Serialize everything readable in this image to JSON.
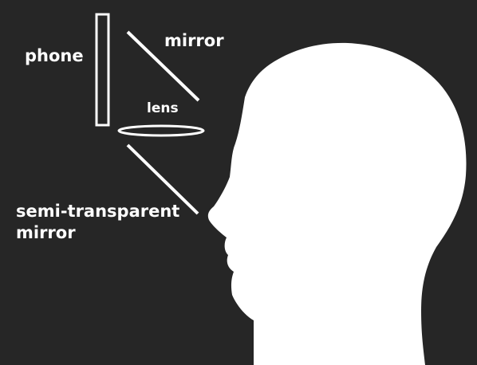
{
  "labels": {
    "phone": "phone",
    "mirror": "mirror",
    "lens": "lens",
    "semi_transparent_mirror_line1": "semi-transparent",
    "semi_transparent_mirror_line2": "mirror"
  },
  "colors": {
    "background": "#262626",
    "foreground": "#ffffff"
  }
}
